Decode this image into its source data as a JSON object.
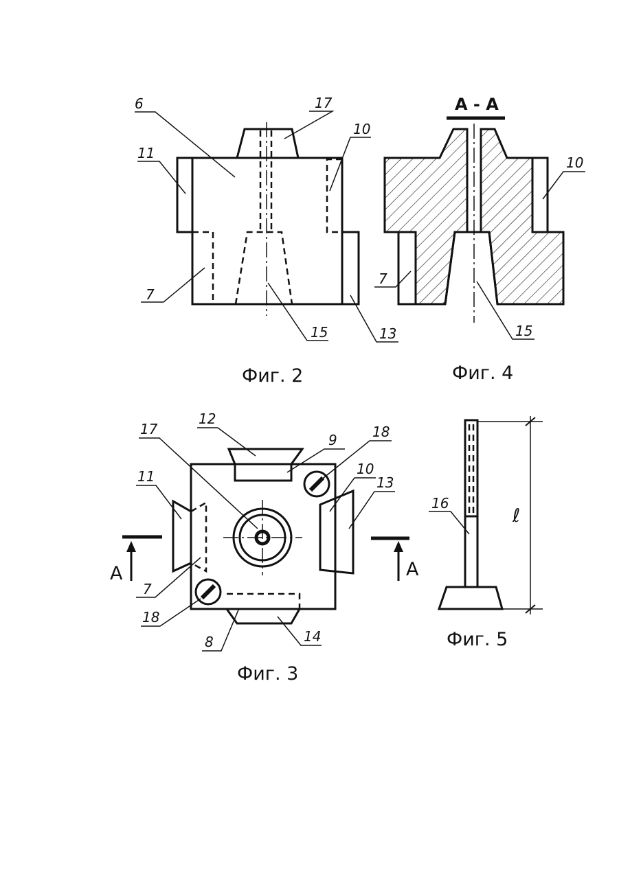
{
  "figures": {
    "fig2": {
      "caption": "Фиг. 2",
      "labels": {
        "l6": "6",
        "l17": "17",
        "l11": "11",
        "l10": "10",
        "l7": "7",
        "l15": "15",
        "l13": "13"
      }
    },
    "fig4": {
      "caption": "Фиг. 4",
      "section": "А - А",
      "labels": {
        "l10": "10",
        "l7": "7",
        "l15": "15"
      }
    },
    "fig3": {
      "caption": "Фиг. 3",
      "labels": {
        "l17": "17",
        "l12": "12",
        "l9": "9",
        "l18a": "18",
        "l11": "11",
        "l10": "10",
        "l13": "13",
        "l7": "7",
        "l18b": "18",
        "l8": "8",
        "l14": "14"
      },
      "arrows": {
        "left": "А",
        "right": "А"
      }
    },
    "fig5": {
      "caption": "Фиг. 5",
      "labels": {
        "l16": "16",
        "dim": "ℓ"
      }
    }
  },
  "colors": {
    "ink": "#111111",
    "paper": "#ffffff",
    "hatch": "#111111"
  }
}
